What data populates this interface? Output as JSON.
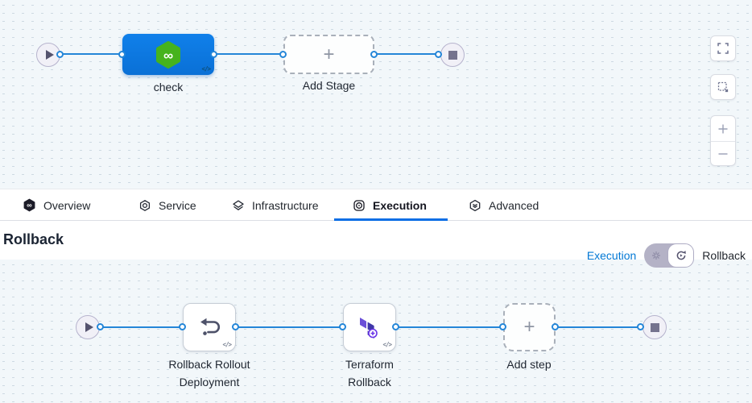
{
  "glyphs": {
    "infinity": "∞",
    "plus": "+",
    "code": "</>"
  },
  "pipeline_top": {
    "stage_label": "check",
    "add_stage_label": "Add Stage"
  },
  "tabs": [
    {
      "label": "Overview",
      "icon": "harness-logo-icon"
    },
    {
      "label": "Service",
      "icon": "service-icon"
    },
    {
      "label": "Infrastructure",
      "icon": "infrastructure-icon"
    },
    {
      "label": "Execution",
      "icon": "execution-icon",
      "active": true
    },
    {
      "label": "Advanced",
      "icon": "advanced-icon"
    }
  ],
  "rollback_section": {
    "heading": "Rollback",
    "mode_switch": {
      "execution_label": "Execution",
      "rollback_label": "Rollback",
      "selected": "Rollback"
    }
  },
  "pipeline_bottom": {
    "steps": [
      {
        "line1": "Rollback Rollout",
        "line2": "Deployment",
        "icon": "rollback-arrow-icon"
      },
      {
        "line1": "Terraform",
        "line2": "Rollback",
        "icon": "terraform-icon"
      }
    ],
    "add_step_label": "Add step"
  },
  "colors": {
    "accent_blue": "#0278d5",
    "underline_blue": "#0b6ee5",
    "connector_blue": "#2486d8",
    "stage_blue": "#0d7ae0",
    "harness_green": "#46b31d",
    "terraform_light": "#6b4fd8",
    "terraform_dark": "#3f37a8"
  }
}
